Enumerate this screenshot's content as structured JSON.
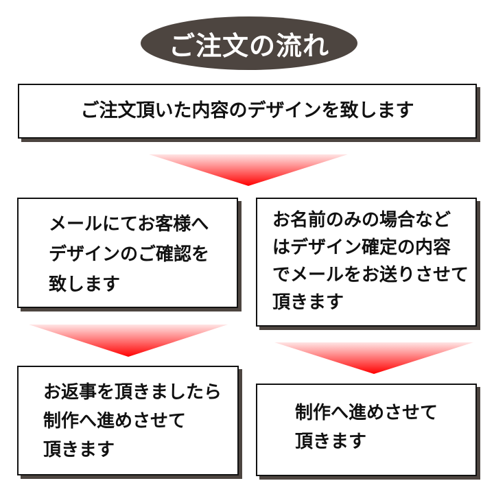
{
  "title": "ご注文の流れ",
  "colors": {
    "title_bg": "#4d4540",
    "title_text": "#ffffff",
    "box_border": "#111111",
    "box_shadow": "#4d4540",
    "arrow_top": "#ffe5e5",
    "arrow_bottom": "#ff0000"
  },
  "steps": [
    {
      "id": "step-1",
      "lines": [
        "ご注文頂いた内容のデザインを致します"
      ]
    },
    {
      "id": "step-2a",
      "lines": [
        "メールにてお客様へ",
        "デザインのご確認を",
        "致します"
      ]
    },
    {
      "id": "step-2b",
      "lines": [
        "お名前のみの場合など",
        "はデザイン確定の内容",
        "でメールをお送りさせて",
        "頂きます"
      ]
    },
    {
      "id": "step-3a",
      "lines": [
        "お返事を頂きましたら",
        "制作へ進めさせて",
        "頂きます"
      ]
    },
    {
      "id": "step-3b",
      "lines": [
        "制作へ進めさせて",
        "頂きます"
      ]
    }
  ],
  "arrows": [
    {
      "id": "arrow-1",
      "icon": "down-triangle-arrow"
    },
    {
      "id": "arrow-2a",
      "icon": "down-triangle-arrow"
    },
    {
      "id": "arrow-2b",
      "icon": "down-triangle-arrow"
    }
  ]
}
